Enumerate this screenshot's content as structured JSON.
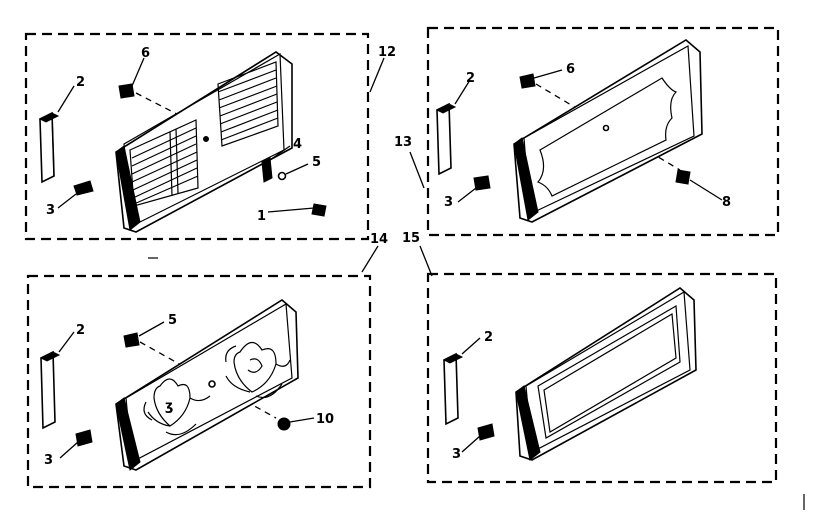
{
  "callouts": {
    "p12_n2": "2",
    "p12_n6": "6",
    "p12_n4": "4",
    "p12_n5": "5",
    "p12_n3": "3",
    "p12_n1": "1",
    "p12_n12": "12",
    "p13_n2": "2",
    "p13_n6": "6",
    "p13_n3": "3",
    "p13_n8": "8",
    "p13_n13": "13",
    "p14_n2": "2",
    "p14_n5": "5",
    "p14_n3": "3",
    "p14_n10": "10",
    "p14_n14": "14",
    "p15_n2": "2",
    "p15_n3": "3",
    "p15_n15": "15"
  }
}
